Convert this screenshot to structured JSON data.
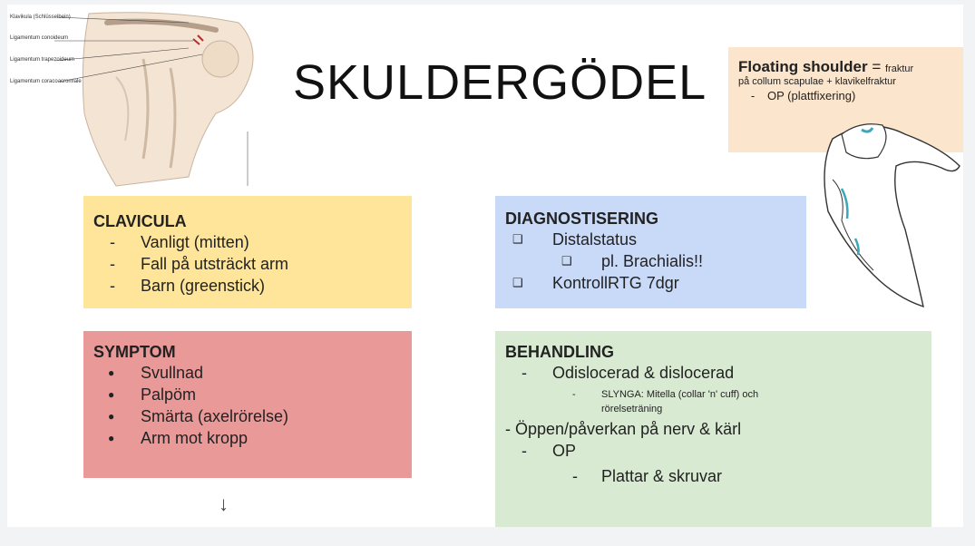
{
  "title": "SKULDERGÖDEL",
  "figure_labels": [
    "Klavikula (Schlüsselbein)",
    "Ligamentum conoideum",
    "Ligamentum trapezoideum",
    "Ligamentum coracoacromiale"
  ],
  "floating": {
    "heading": "Floating shoulder",
    "eq": " = ",
    "rest": "fraktur",
    "line2": "på collum scapulae + klavikelfraktur",
    "dash": "-",
    "line3": "OP (plattfixering)"
  },
  "clavicula": {
    "title": "CLAVICULA",
    "items": [
      "Vanligt (mitten)",
      "Fall på utsträckt arm",
      "Barn (greenstick)"
    ],
    "bullet": "-"
  },
  "symptom": {
    "title": "SYMPTOM",
    "items": [
      "Svullnad",
      "Palpöm",
      "Smärta (axelrörelse)",
      "Arm mot kropp"
    ],
    "bullet": "●"
  },
  "diagnostisering": {
    "title": "DIAGNOSTISERING",
    "items": [
      "Distalstatus",
      "pl. Brachialis!!",
      "KontrollRTG 7dgr"
    ],
    "bullet": "❑"
  },
  "behandling": {
    "title": "BEHANDLING",
    "dash": "-",
    "item1": "Odislocerad & dislocerad",
    "item1_sub_line1": "SLYNGA: Mitella (collar 'n' cuff) och",
    "item1_sub_line2": "rörelseträning",
    "item2": "- Öppen/påverkan på nerv & kärl",
    "item3": "OP",
    "item3_sub": "Plattar & skruvar"
  },
  "arrow": "↓"
}
